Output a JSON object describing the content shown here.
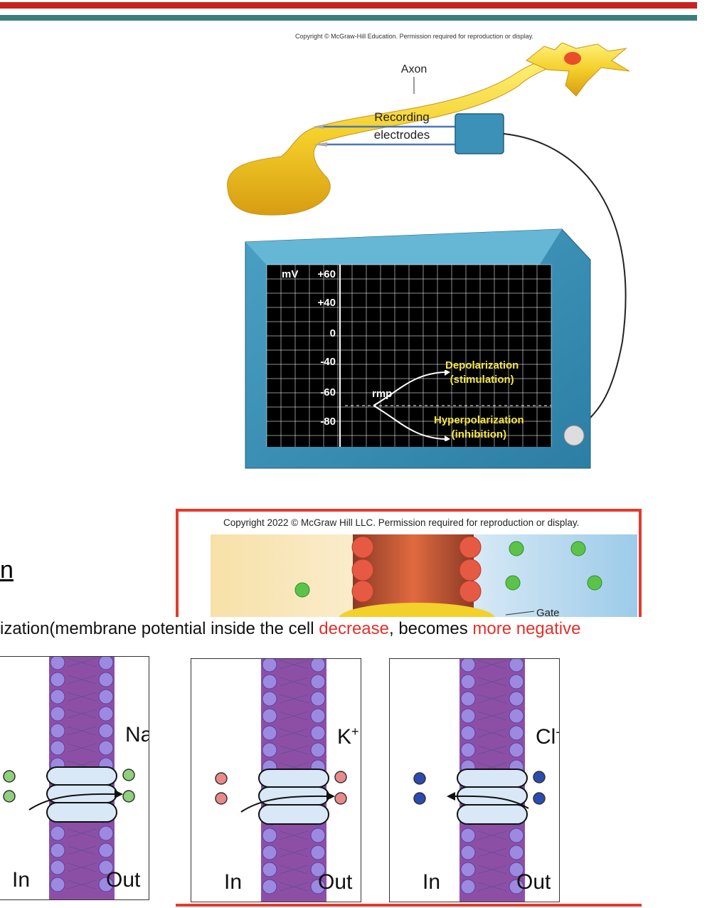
{
  "header": {
    "accent_red": "#c8231e",
    "accent_teal": "#3a7f80"
  },
  "figure_top": {
    "copyright": "Copyright © McGraw-Hill Education. Permission required for reproduction or display.",
    "axon_label": "Axon",
    "electrode_label_line1": "Recording",
    "electrode_label_line2": "electrodes",
    "unit_label": "mV",
    "y_ticks": [
      "+60",
      "+40",
      "0",
      "-40",
      "-60",
      "-80"
    ],
    "rmp_label": "rmp",
    "depol_line1": "Depolarization",
    "depol_line2": "(stimulation)",
    "hyper_line1": "Hyperpolarization",
    "hyper_line2": "(inhibition)"
  },
  "figure_mid": {
    "copyright": "Copyright 2022 © McGraw Hill LLC. Permission required for reproduction or display.",
    "gate_label": "Gate"
  },
  "text": {
    "heading_fragment": "n",
    "line_part1": "ization(membrane potential inside the cell ",
    "line_red1": "decrease",
    "line_part2": ", becomes ",
    "line_red2": "more negative"
  },
  "channels": [
    {
      "ion": "Na",
      "charge": "+",
      "in_label": "In",
      "out_label": "Out",
      "ion_color": "#8fd07a",
      "direction": "out"
    },
    {
      "ion": "K",
      "charge": "+",
      "in_label": "In",
      "out_label": "Out",
      "ion_color": "#e98a8a",
      "direction": "out"
    },
    {
      "ion": "Cl",
      "charge": "-",
      "in_label": "In",
      "out_label": "Out",
      "ion_color": "#2a4bb0",
      "direction": "in"
    }
  ]
}
